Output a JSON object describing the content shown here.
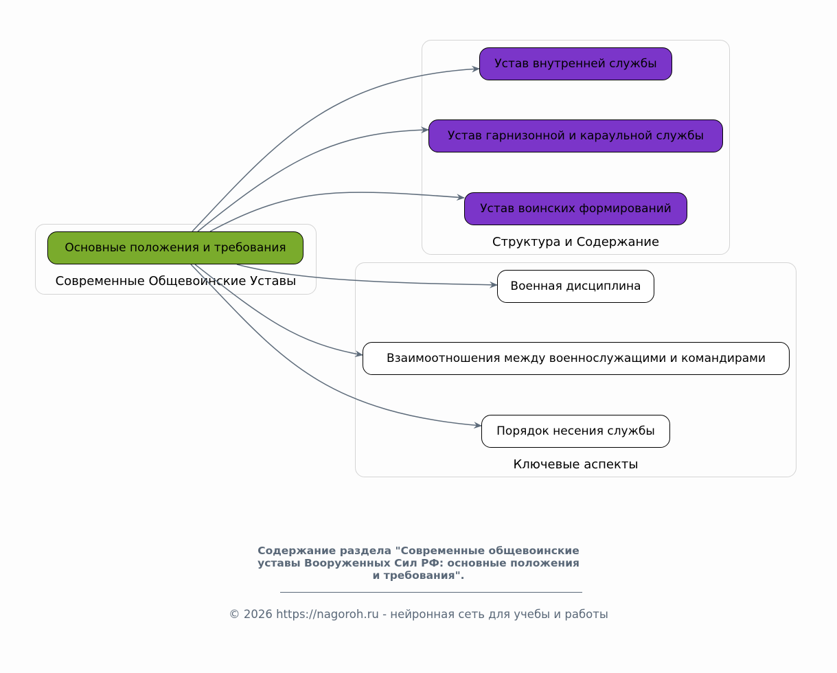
{
  "diagram": {
    "clusters": {
      "main": {
        "label": "Современные Общевоинские Уставы"
      },
      "structure": {
        "label": "Структура и Содержание"
      },
      "aspects": {
        "label": "Ключевые аспекты"
      }
    },
    "nodes": {
      "root": "Основные положения и требования",
      "internal_service": "Устав внутренней службы",
      "garrison_service": "Устав гарнизонной и караульной службы",
      "military_units": "Устав воинских формирований",
      "discipline": "Военная дисциплина",
      "relations": "Взаимоотношения между военнослужащими и командирами",
      "service_order": "Порядок несения службы"
    },
    "colors": {
      "root_fill": "#7aab2c",
      "purple_fill": "#7b35c9",
      "white_fill": "#ffffff",
      "edge": "#5d6b7a",
      "cluster_border": "#d4d4d4"
    }
  },
  "caption": {
    "line1": "Содержание раздела \"Современные общевоинские",
    "line2": "уставы Вооруженных Сил РФ: основные положения",
    "line3": "и требования\"."
  },
  "footer": {
    "text": "© 2026 https://nagoroh.ru - нейронная сеть для учебы и работы"
  }
}
